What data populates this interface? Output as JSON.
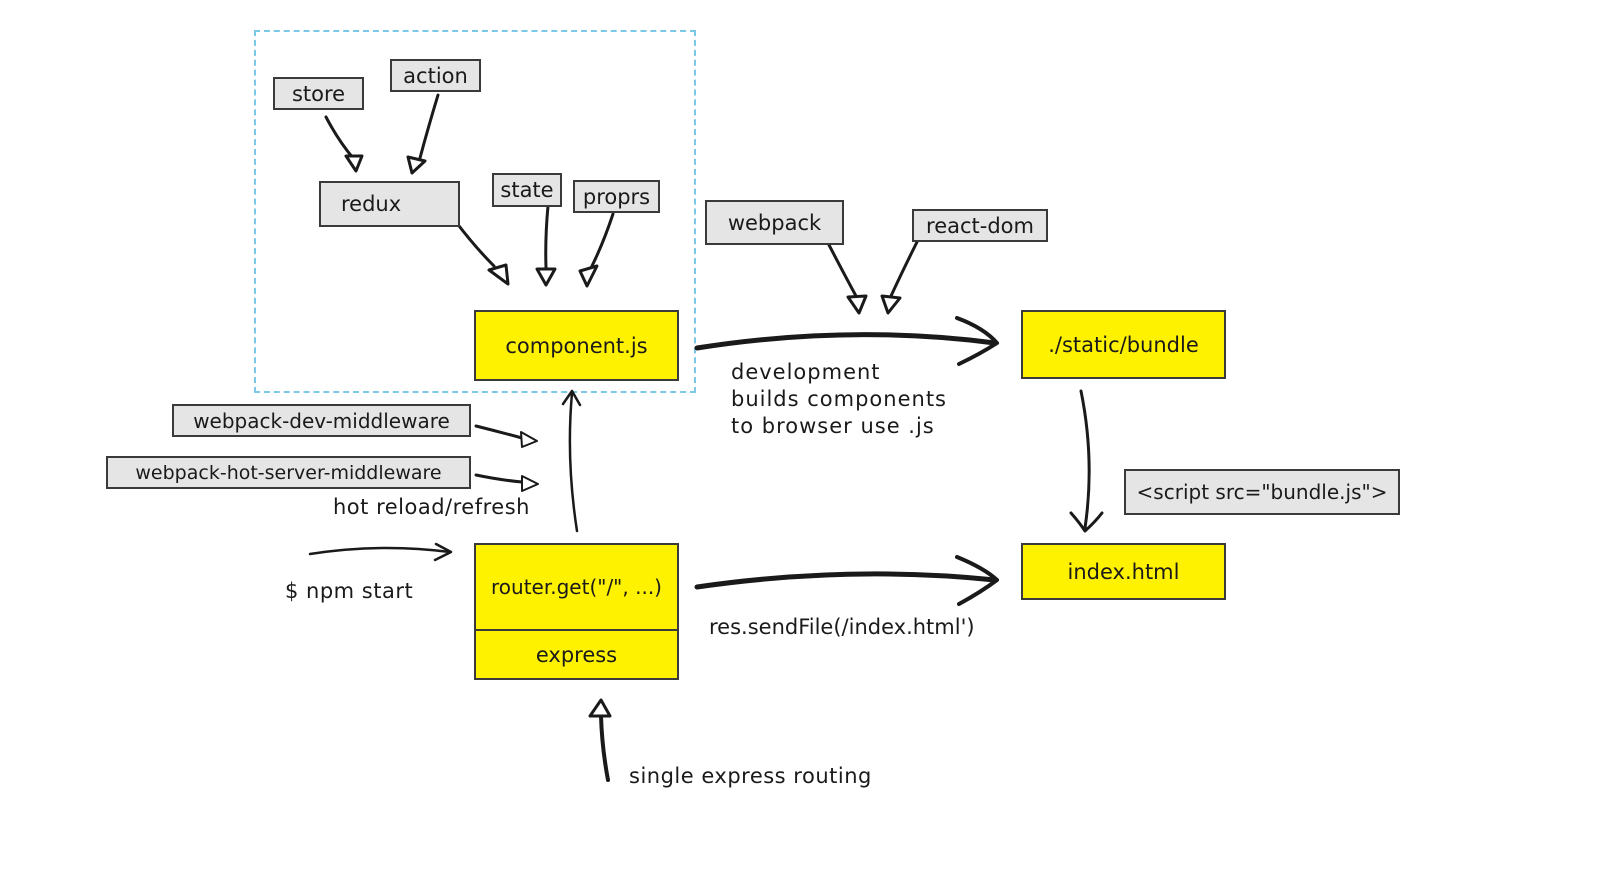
{
  "nodes": {
    "store": "store",
    "action": "action",
    "redux": "redux",
    "state": "state",
    "proprs": "proprs",
    "component": "component.js",
    "webpack": "webpack",
    "react_dom": "react-dom",
    "bundle": "./static/bundle",
    "dev_middleware": "webpack-dev-middleware",
    "hot_middleware": "webpack-hot-server-middleware",
    "script_tag": "<script src=\"bundle.js\">",
    "router": "router.get(\"/\", ...)",
    "express": "express",
    "index_html": "index.html"
  },
  "labels": {
    "dev_build": [
      "development",
      "builds components",
      "to browser use .js"
    ],
    "hot_reload": "hot reload/refresh",
    "npm_start": "$ npm start",
    "send_file": "res.sendFile(/index.html')",
    "single_routing": "single express routing"
  },
  "colors": {
    "component_fill": "#fff200",
    "library_fill": "#e5e5e5",
    "group_border": "#7cc8e8",
    "ink": "#1a1a1a"
  }
}
